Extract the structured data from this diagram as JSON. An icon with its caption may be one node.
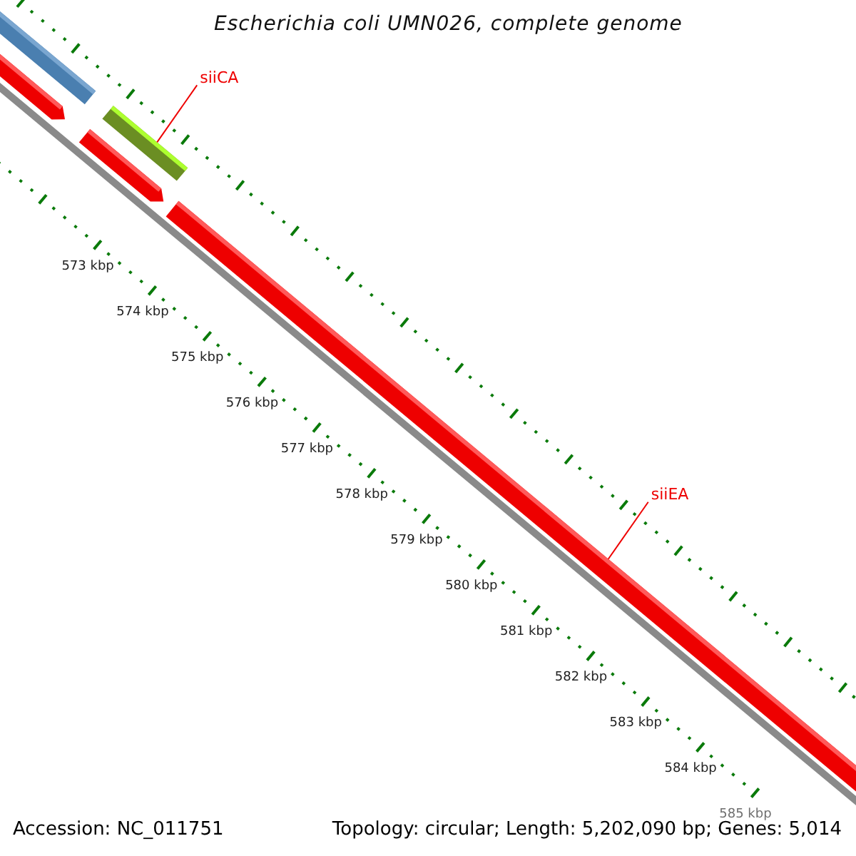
{
  "diagram": {
    "title": "Escherichia coli UMN026, complete genome",
    "nodes": [
      {
        "text": [
          "siiCA"
        ]
      },
      {
        "text": [],
        "shape": "bar"
      },
      {
        "text": [
          "siiEA"
        ]
      },
      {
        "text": [],
        "shape": "bar"
      }
    ],
    "edges": [
      {
        "from": 0,
        "to": 1,
        "arrow": "none"
      },
      {
        "from": 2,
        "to": 3,
        "arrow": "none"
      }
    ],
    "labels": [
      "573 kbp",
      "574 kbp",
      "575 kbp",
      "576 kbp",
      "577 kbp",
      "578 kbp",
      "579 kbp",
      "580 kbp",
      "581 kbp",
      "582 kbp",
      "583 kbp",
      "584 kbp",
      "585 kbp",
      "Accession: NC_011751",
      "Topology: circular; Length: 5,202,090 bp; Genes: 5,014"
    ]
  }
}
